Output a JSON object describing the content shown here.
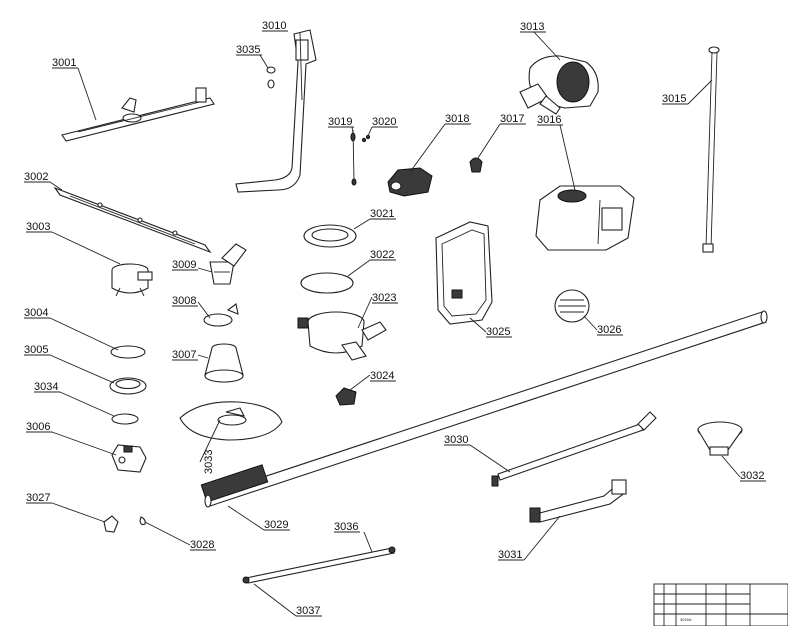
{
  "parts": [
    {
      "id": "3001",
      "label": "3001"
    },
    {
      "id": "3002",
      "label": "3002"
    },
    {
      "id": "3003",
      "label": "3003"
    },
    {
      "id": "3004",
      "label": "3004"
    },
    {
      "id": "3005",
      "label": "3005"
    },
    {
      "id": "3006",
      "label": "3006"
    },
    {
      "id": "3007",
      "label": "3007"
    },
    {
      "id": "3008",
      "label": "3008"
    },
    {
      "id": "3009",
      "label": "3009"
    },
    {
      "id": "3010",
      "label": "3010"
    },
    {
      "id": "3013",
      "label": "3013"
    },
    {
      "id": "3015",
      "label": "3015"
    },
    {
      "id": "3016",
      "label": "3016"
    },
    {
      "id": "3017",
      "label": "3017"
    },
    {
      "id": "3018",
      "label": "3018"
    },
    {
      "id": "3019",
      "label": "3019"
    },
    {
      "id": "3020",
      "label": "3020"
    },
    {
      "id": "3021",
      "label": "3021"
    },
    {
      "id": "3022",
      "label": "3022"
    },
    {
      "id": "3023",
      "label": "3023"
    },
    {
      "id": "3024",
      "label": "3024"
    },
    {
      "id": "3025",
      "label": "3025"
    },
    {
      "id": "3026",
      "label": "3026"
    },
    {
      "id": "3027",
      "label": "3027"
    },
    {
      "id": "3028",
      "label": "3028"
    },
    {
      "id": "3029",
      "label": "3029"
    },
    {
      "id": "3030",
      "label": "3030"
    },
    {
      "id": "3031",
      "label": "3031"
    },
    {
      "id": "3032",
      "label": "3032"
    },
    {
      "id": "3033",
      "label": "3033"
    },
    {
      "id": "3034",
      "label": "3034"
    },
    {
      "id": "3035",
      "label": "3035"
    },
    {
      "id": "3036",
      "label": "3036"
    },
    {
      "id": "3037",
      "label": "3037"
    }
  ],
  "title_block": {
    "cell_text": "3016A"
  }
}
